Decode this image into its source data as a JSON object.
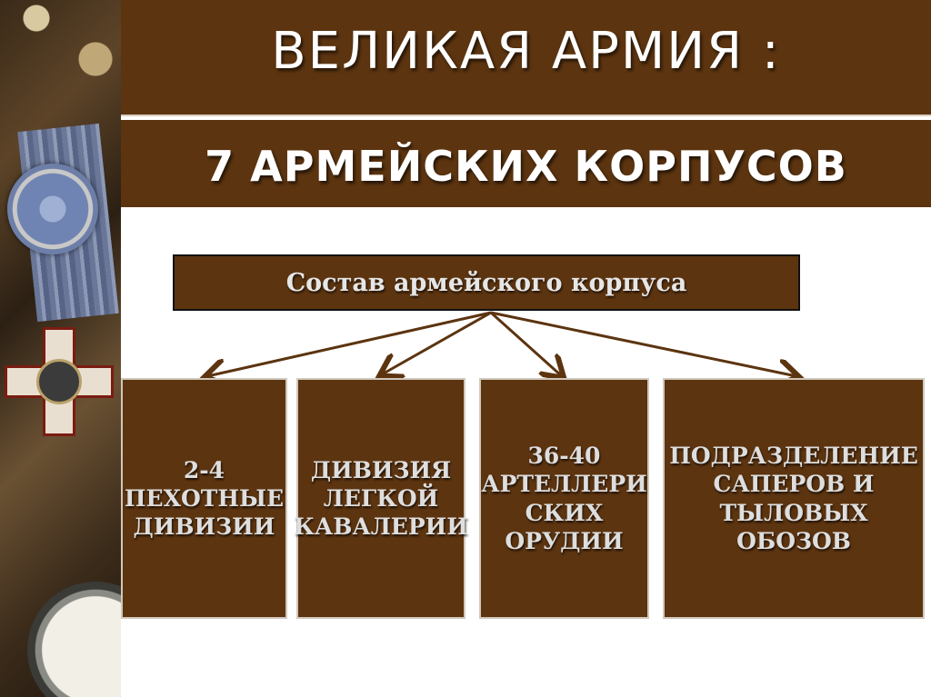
{
  "slide": {
    "title": "ВЕЛИКАЯ АРМИЯ :",
    "subtitle": "7 АРМЕЙСКИХ КОРПУСОВ"
  },
  "diagram": {
    "root": "Состав армейского корпуса",
    "children": [
      "2-4\nПЕХОТНЫЕ\nДИВИЗИИ",
      "ДИВИЗИЯ\nЛЕГКОЙ\nКАВАЛЕРИИ",
      "36-40\nАРТЕЛЛЕРИ\nСКИХ\nОРУДИИ",
      "ПОДРАЗДЕЛЕНИЕ\nСАПЕРОВ И\nТЫЛОВЫХ ОБОЗОВ"
    ]
  },
  "colors": {
    "box_fill": "#5c3410",
    "arrow": "#5c3410",
    "background": "#ffffff"
  }
}
